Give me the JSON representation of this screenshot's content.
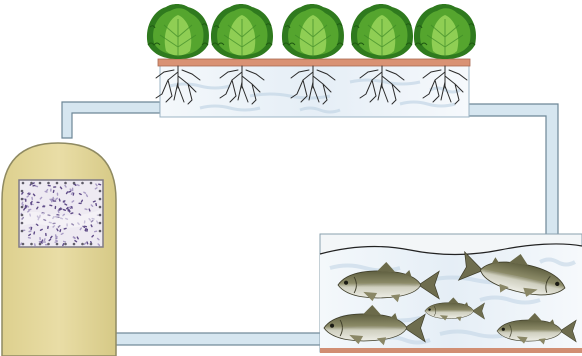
{
  "diagram": {
    "kind": "aquaponics system illustration",
    "plant_count": 5,
    "fish_count": 5,
    "colors": {
      "pipe_fill": "#d6e6f0",
      "pipe_edge": "#6d8797",
      "grow_bed_top": "#d99274",
      "tank_bottom": "#d18e73",
      "water": "#e9f1f7",
      "water_streak": "#c3d6e6",
      "filter_body": "#e4d79a",
      "filter_edge": "#8f8a62",
      "filter_media": "#5e4a86",
      "lettuce_dark": "#2f7a1e",
      "lettuce_mid": "#55a52e",
      "lettuce_light": "#8fce54",
      "fish_back": "#6b6a4a",
      "fish_belly": "#e0e1d6",
      "roots": "#2b2b2b"
    },
    "icons": [
      "lettuce-icon",
      "root-icon",
      "fish-icon",
      "filter-media-icon"
    ]
  }
}
